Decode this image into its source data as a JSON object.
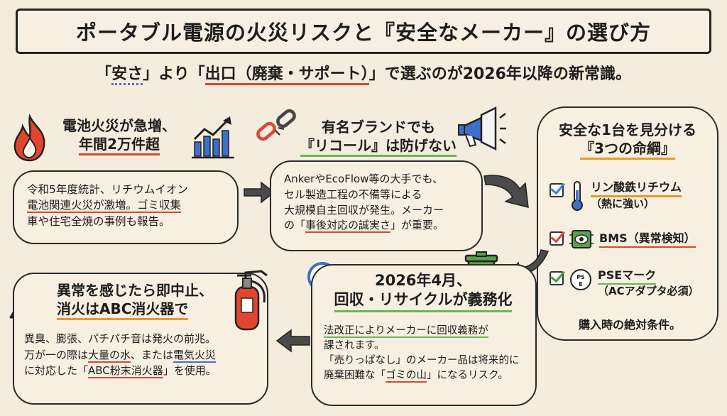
{
  "header": {
    "title": "ポータブル電源の火災リスクと『安全なメーカー』の選び方",
    "subtitle_pre": "「",
    "subtitle_safety": "安さ",
    "subtitle_mid": "」より「",
    "subtitle_exit": "出口（廃棄・サポート）",
    "subtitle_post": "」で選ぶのが2026年以降の新常識。"
  },
  "panel_fire": {
    "heading_line1": "電池火災が急増、",
    "heading_line2": "年間2万件超",
    "body_line1": "令和5年度統計、リチウムイオン",
    "body_line2": "電池関連火災が激増。ゴミ収集",
    "body_line3": "車や住宅全焼の事例も報告。"
  },
  "panel_recall": {
    "heading_line1": "有名ブランドでも",
    "heading_line2": "『リコール』は防げない",
    "body_line1": "AnkerやEcoFlow等の大手でも、",
    "body_line2": "セル製造工程の不備等による",
    "body_line3": "大規模自主回収が発生。メーカー",
    "body_line4_pre": "の「",
    "body_line4_em": "事後対応の誠実さ",
    "body_line4_post": "」が重要。"
  },
  "panel_lifelines": {
    "heading_line1": "安全な1台を見分ける",
    "heading_line2": "『3つの命綱』",
    "items": [
      {
        "label": "リン酸鉄リチウム",
        "note": "（熱に強い）"
      },
      {
        "label": "BMS（異常検知）",
        "note": ""
      },
      {
        "label": "PSEマーク",
        "note": "（ACアダプタ必須）"
      }
    ],
    "footer": "購入時の絶対条件。",
    "pse_icon_text": "PS E"
  },
  "panel_recycle": {
    "heading_line1": "2026年4月、",
    "heading_line2": "回収・リサイクルが義務化",
    "body_line1": "法改正によりメーカーに回収義務が",
    "body_line2": "課されます。",
    "body_line3": "「売りっぱなし」のメーカー品は将来的に",
    "body_line4_pre": "廃棄困難な「",
    "body_line4_em": "ゴミの山",
    "body_line4_post": "」になるリスク。"
  },
  "panel_stop": {
    "heading_line1": "異常を感じたら即中止、",
    "heading_line2": "消火はABC消火器で",
    "body_line1": "異臭、膨張、パチパチ音は発火の前兆。",
    "body_line2_pre": "万が一の際は",
    "body_line2_em1": "大量の水",
    "body_line2_mid": "、または",
    "body_line2_em2": "電気火災",
    "body_line3_pre": "に対応した「",
    "body_line3_em": "ABC粉末消火器",
    "body_line3_post": "」を使用。"
  },
  "colors": {
    "background": "#f4ecdc",
    "accent_red": "#d9473a",
    "accent_blue": "#4a6fc9",
    "accent_green": "#6bb55a",
    "accent_orange": "#e39a2e"
  }
}
